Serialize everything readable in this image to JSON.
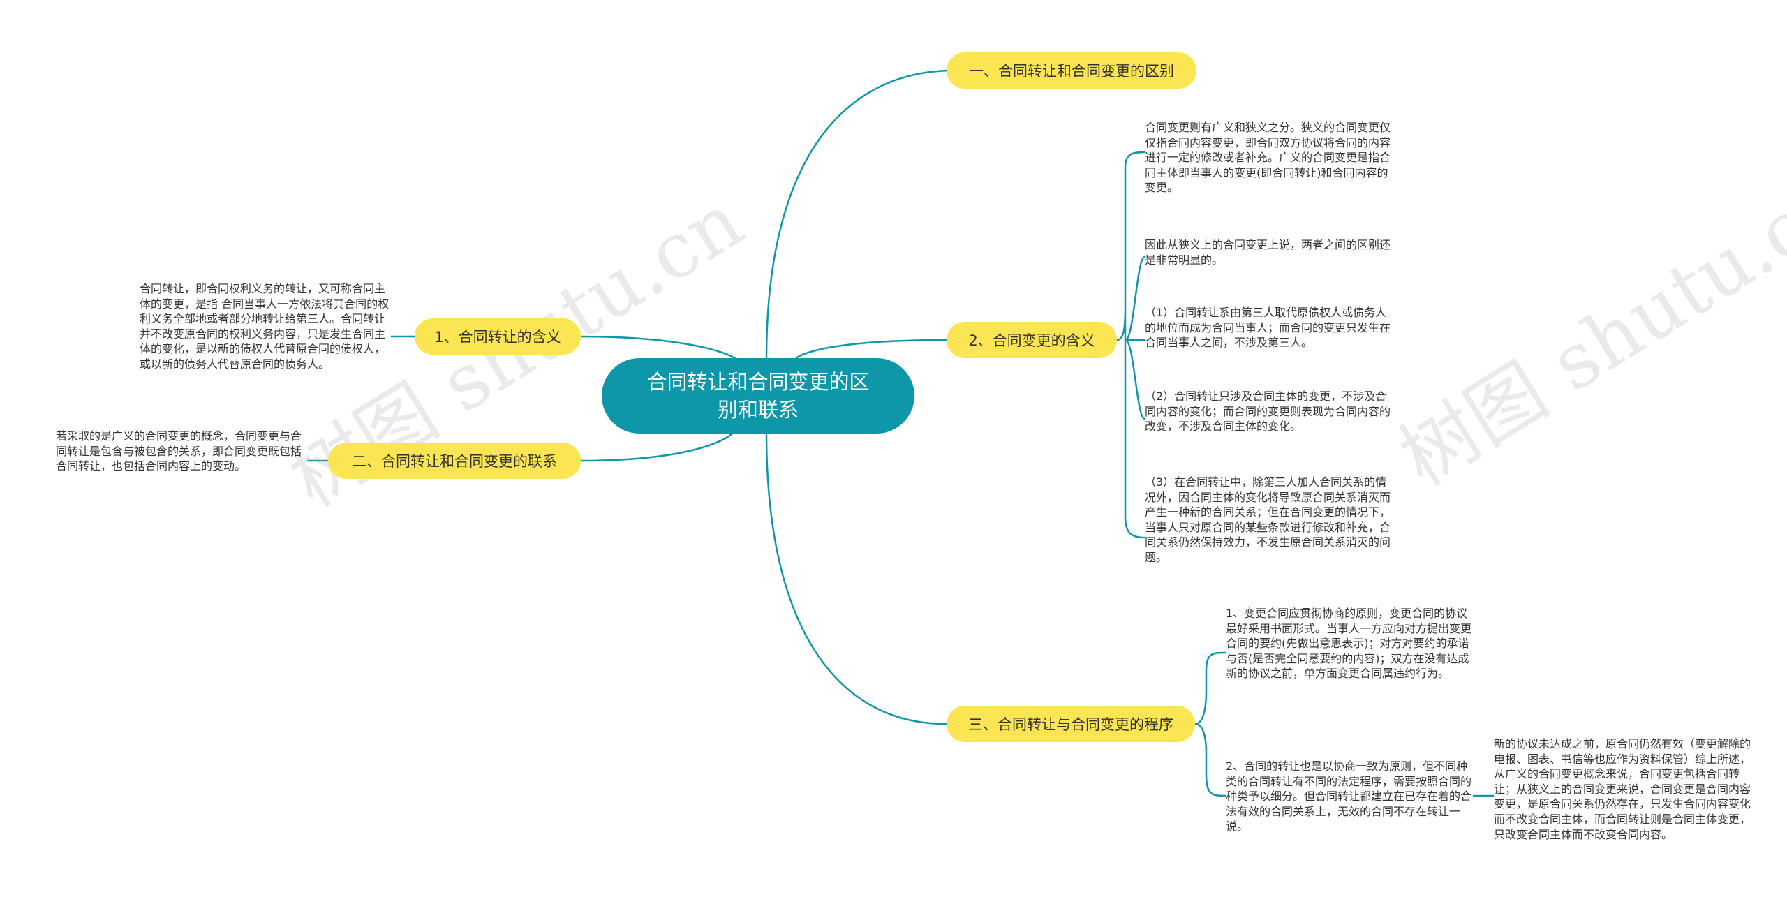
{
  "colors": {
    "line": "#0e97a8",
    "center_bg": "#0e97a8",
    "branch_bg": "#fce552",
    "text": "#333333"
  },
  "watermark": "树图 shutu.cn",
  "center": {
    "title": "合同转让和合同变更的区别和联系"
  },
  "branches": {
    "b1": {
      "label": "一、合同转让和合同变更的区别"
    },
    "b2": {
      "label": "2、合同变更的含义"
    },
    "b3": {
      "label": "三、合同转让与合同变更的程序"
    },
    "b4": {
      "label": "1、合同转让的含义"
    },
    "b5": {
      "label": "二、合同转让和合同变更的联系"
    }
  },
  "leaves": {
    "b2_1": "合同变更则有广义和狭义之分。狭义的合同变更仅仅指合同内容变更，即合同双方协议将合同的内容进行一定的修改或者补充。广义的合同变更是指合同主体即当事人的变更(即合同转让)和合同内容的变更。",
    "b2_2": "因此从狭义上的合同变更上说，两者之间的区别还是非常明显的。",
    "b2_3": "（1）合同转让系由第三人取代原债权人或债务人的地位而成为合同当事人；而合同的变更只发生在合同当事人之间，不涉及第三人。",
    "b2_4": "（2）合同转让只涉及合同主体的变更，不涉及合同内容的变化；而合同的变更则表现为合同内容的改变，不涉及合同主体的变化。",
    "b2_5": "（3）在合同转让中，除第三人加人合同关系的情况外，因合同主体的变化将导致原合同关系消灭而产生一种新的合同关系；但在合同变更的情况下，当事人只对原合同的某些条款进行修改和补充，合同关系仍然保持效力，不发生原合同关系消灭的问题。",
    "b3_1": "1、变更合同应贯彻协商的原则，变更合同的协议最好采用书面形式。当事人一方应向对方提出变更合同的要约(先做出意思表示)；对方对要约的承诺与否(是否完全同意要约的内容)；双方在没有达成新的协议之前，单方面变更合同属违约行为。",
    "b3_2": "2、合同的转让也是以协商一致为原则，但不同种类的合同转让有不同的法定程序，需要按照合同的种类予以细分。但合同转让都建立在已存在着的合法有效的合同关系上，无效的合同不存在转让一说。",
    "b3_2_1": "新的协议未达成之前，原合同仍然有效（变更解除的电报、图表、书信等也应作为资料保管）综上所述，从广义的合同变更概念来说，合同变更包括合同转让；从狭义上的合同变更来说，合同变更是合同内容变更，是原合同关系仍然存在，只发生合同内容变化而不改变合同主体，而合同转让则是合同主体变更，只改变合同主体而不改变合同内容。",
    "b4_1": "合同转让，即合同权利义务的转让，又可称合同主体的变更，是指 合同当事人一方依法将其合同的权利义务全部地或者部分地转让给第三人。合同转让并不改变原合同的权利义务内容，只是发生合同主体的变化，是以新的债权人代替原合同的债权人，或以新的债务人代替原合同的债务人。",
    "b5_1": "若采取的是广义的合同变更的概念，合同变更与合同转让是包含与被包含的关系，即合同变更既包括合同转让，也包括合同内容上的变动。"
  }
}
